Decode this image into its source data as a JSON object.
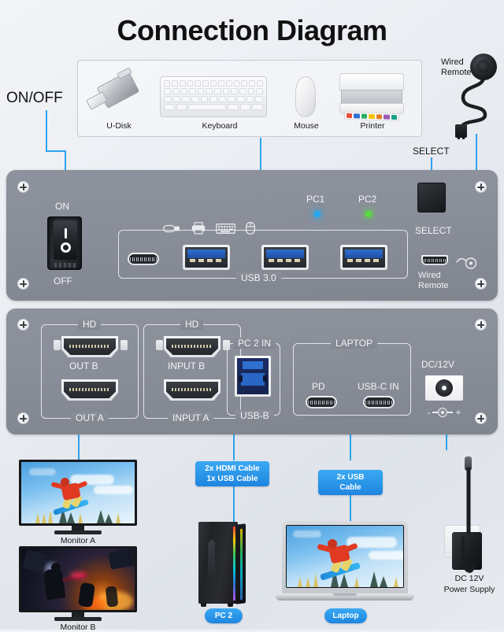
{
  "title": "Connection Diagram",
  "labels": {
    "on_off": "ON/OFF",
    "select_top": "SELECT",
    "wired_remote_top": "Wired\nRemote"
  },
  "peripherals": {
    "items": [
      {
        "name": "U-Disk",
        "icon": "usb-flash-drive-icon"
      },
      {
        "name": "Keyboard",
        "icon": "keyboard-icon"
      },
      {
        "name": "Mouse",
        "icon": "mouse-icon"
      },
      {
        "name": "Printer",
        "icon": "printer-icon"
      }
    ]
  },
  "front_panel": {
    "power_switch": {
      "on_label": "ON",
      "off_label": "OFF",
      "on_symbol": "I",
      "off_symbol": "O"
    },
    "usb_group_label": "USB 3.0",
    "port_icons": [
      "usb-flash-drive-icon",
      "printer-icon",
      "keyboard-icon",
      "mouse-icon"
    ],
    "leds": [
      {
        "label": "PC1",
        "color": "#22a7f0"
      },
      {
        "label": "PC2",
        "color": "#55dd3b"
      }
    ],
    "select_button_label": "SELECT",
    "wired_remote_label": "Wired\nRemote",
    "ports": [
      {
        "type": "usb-c-port",
        "name": "usb-c-port"
      },
      {
        "type": "usb-a-3.0-port",
        "name": "usb-a-port-1"
      },
      {
        "type": "usb-a-3.0-port",
        "name": "usb-a-port-2"
      },
      {
        "type": "usb-a-3.0-port",
        "name": "usb-a-port-3"
      },
      {
        "type": "micro-usb-port",
        "name": "wired-remote-port"
      }
    ]
  },
  "rear_panel": {
    "groups": [
      {
        "top_label": "HD",
        "bottom_label": "OUT A",
        "upper_port_label": "OUT B"
      },
      {
        "top_label": "HD",
        "bottom_label": "INPUT A",
        "upper_port_label": "INPUT B"
      },
      {
        "top_label": "PC 2 IN",
        "bottom_label": "USB-B"
      },
      {
        "top_label": "LAPTOP",
        "ports": [
          "PD",
          "USB-C IN"
        ]
      }
    ],
    "hd_label_a": "HD",
    "hd_label_b": "HD",
    "out_b": "OUT B",
    "out_a": "OUT A",
    "input_b": "INPUT B",
    "input_a": "INPUT A",
    "pc2_in": "PC 2 IN",
    "usb_b": "USB-B",
    "laptop": "LAPTOP",
    "pd": "PD",
    "usb_c_in": "USB-C IN",
    "dc_label": "DC/12V",
    "polarity_minus": "-",
    "polarity_plus": "+"
  },
  "devices": {
    "monitor_a": "Monitor A",
    "monitor_b": "Monitor B",
    "pc2": "PC 2",
    "laptop": "Laptop",
    "power_supply": "DC 12V\nPower Supply"
  },
  "cable_badges": [
    {
      "id": "pc2-cables",
      "text": "2x HDMI Cable\n1x USB Cable"
    },
    {
      "id": "laptop-cables",
      "text": "2x USB Cable"
    }
  ],
  "colors": {
    "accent": "#2ea3ef",
    "panel": "#8b9099",
    "led_pc1": "#22a7f0",
    "led_pc2": "#55dd3b",
    "badge": "#2ea3ef"
  }
}
